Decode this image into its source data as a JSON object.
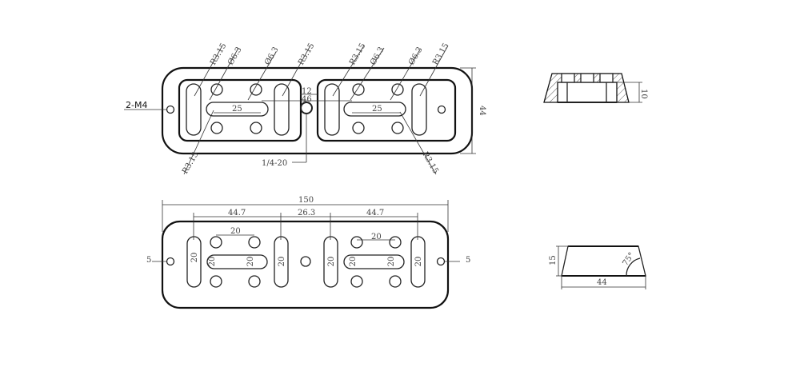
{
  "top_view": {
    "callout_m4": "2-M4",
    "radius_label": "R3.15",
    "hole_dia_label": "Ø6.3",
    "slot_length": "25",
    "gap_12": "12",
    "spacing_46": "46",
    "width_44": "44",
    "center_thread": "1/4-20"
  },
  "bottom_view": {
    "overall_length": "150",
    "pitch_left": "44.7",
    "pitch_center": "26.3",
    "pitch_right": "44.7",
    "hole_spacing": "20",
    "slot_height": "20",
    "edge_offset": "5"
  },
  "section_view": {
    "depth": "10"
  },
  "side_view": {
    "height": "15",
    "width": "44",
    "angle": "75°"
  }
}
